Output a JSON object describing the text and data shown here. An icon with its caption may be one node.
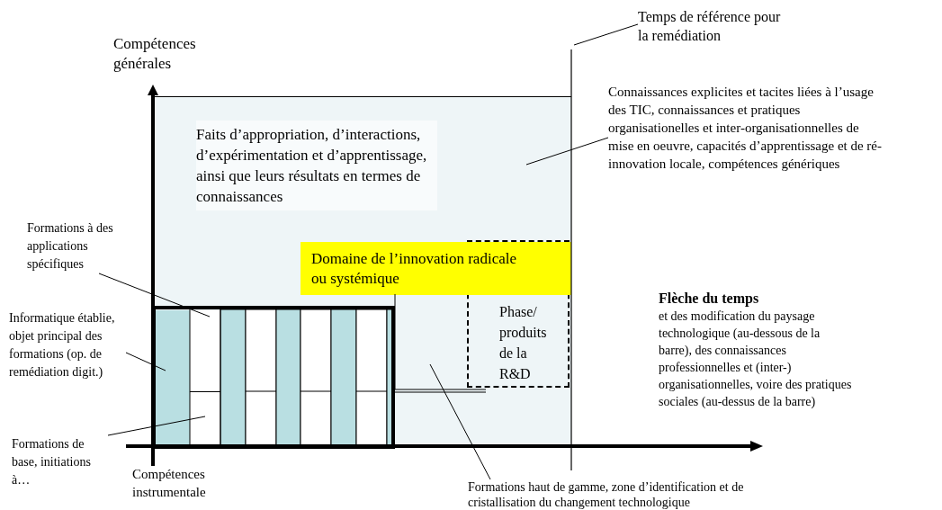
{
  "diagram": {
    "nodes": [
      {
        "text": [
          "Faits d’appropriation,  d’interactions, d’expérimentation et d’apprentissage, ainsi que leurs résultats en termes de connaissances"
        ]
      },
      {
        "text": [
          "Domaine de l’innovation radicale ou systémique"
        ],
        "in": 0
      },
      {
        "text": [
          "Phase/ produits de la R&D"
        ],
        "in": 0
      },
      {
        "text": [],
        "shape": "bar",
        "in": 0
      },
      {
        "text": [],
        "shape": "box",
        "in": 0
      },
      {
        "text": [],
        "shape": "box",
        "in": 0
      },
      {
        "text": [
          "Temps de référence pour la remédiation"
        ]
      },
      {
        "text": [
          "Connaissances explicites et tacites liées à l’usage des TIC, connaissances et pratiques organisationelles et inter-organisationnelles de mise en oeuvre, capacités d’apprentissage et de ré-innovation locale, compétences génériques"
        ]
      },
      {
        "text": [
          "Formations à des applications spécifiques"
        ]
      },
      {
        "text": [
          "Informatique établie, objet principal des formations (op. de remédiation digit.)"
        ]
      },
      {
        "text": [
          "Formations de base, initiations à…"
        ]
      },
      {
        "text": [
          "Formations  haut de gamme, zone d’identification et de cristallisation du changement technologique"
        ]
      }
    ],
    "edges": [
      {
        "from": 6,
        "to": null,
        "arrow": "none"
      },
      {
        "from": 7,
        "to": 0,
        "arrow": "none"
      },
      {
        "from": 8,
        "to": 4,
        "arrow": "none"
      },
      {
        "from": 9,
        "to": 3,
        "arrow": "none"
      },
      {
        "from": 10,
        "to": 5,
        "arrow": "none"
      },
      {
        "from": 11,
        "to": 0,
        "arrow": "none"
      }
    ],
    "labels": [
      "Compétences générales",
      "Compétences instrumentale",
      "Flèche du temps",
      "et des modification du paysage technologique (au-dessous de la barre), des connaissances professionnelles et (inter-) organisationnelles, voire des pratiques sociales (au-dessus de la barre)"
    ]
  }
}
